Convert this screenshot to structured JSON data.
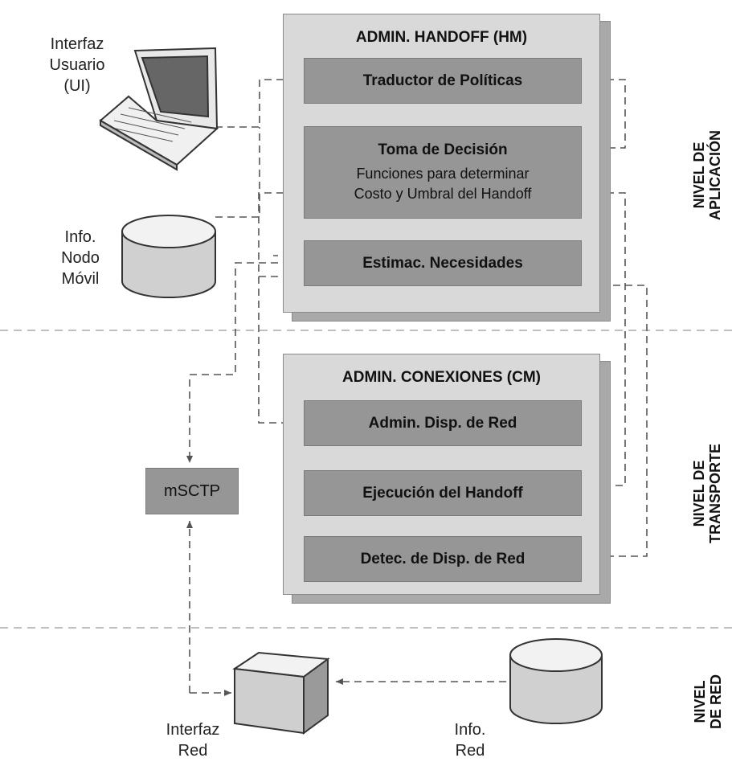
{
  "hm": {
    "title": "ADMIN. HANDOFF (HM)",
    "traductor": "Traductor de Políticas",
    "toma_title": "Toma de Decisión",
    "toma_line1": "Funciones para determinar",
    "toma_line2": "Costo y Umbral del Handoff",
    "estimac": "Estimac. Necesidades"
  },
  "cm": {
    "title": "ADMIN. CONEXIONES (CM)",
    "admin_disp": "Admin. Disp. de Red",
    "ejecucion": "Ejecución del Handoff",
    "detec": "Detec. de Disp. de Red"
  },
  "msctp": "mSCTP",
  "ui_label": [
    "Interfaz",
    "Usuario",
    "(UI)"
  ],
  "nodo_label": [
    "Info.",
    "Nodo",
    "Móvil"
  ],
  "interfaz_red_label": [
    "Interfaz",
    "Red"
  ],
  "info_red_label": [
    "Info.",
    "Red"
  ],
  "levels": {
    "aplicacion": [
      "NIVEL DE",
      "APLICACIÓN"
    ],
    "transporte": [
      "NIVEL DE",
      "TRANSPORTE"
    ],
    "red": [
      "NIVEL",
      "DE RED"
    ]
  },
  "colors": {
    "container": "#d9d9d9",
    "component": "#969696",
    "line": "#555555"
  }
}
